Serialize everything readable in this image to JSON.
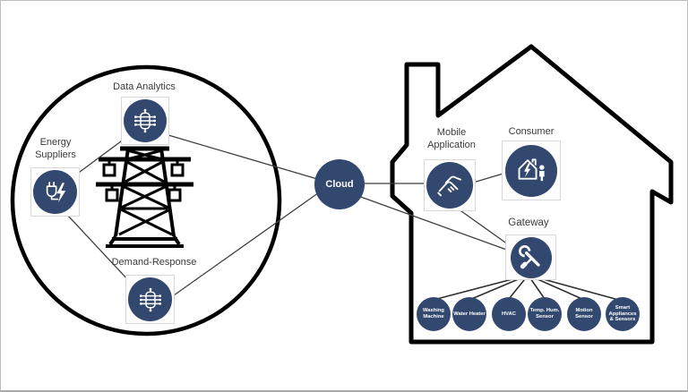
{
  "colors": {
    "node_fill": "#32486e",
    "outline": "#000000",
    "connector": "#3f3f3f",
    "frame_border": "#d8d8d8"
  },
  "supply_side": {
    "energy_suppliers": {
      "label": "Energy Suppliers",
      "icon": "plug-bolt-icon"
    },
    "data_analytics": {
      "label": "Data Analytics",
      "icon": "chip-icon"
    },
    "demand_response": {
      "label": "Demand-Response",
      "icon": "chip-icon"
    },
    "grid_icon": "transmission-tower-icon"
  },
  "cloud": {
    "label": "Cloud"
  },
  "home_side": {
    "mobile_application": {
      "label": "Mobile Application",
      "icon": "handshake-icon"
    },
    "consumer": {
      "label": "Consumer",
      "icon": "smart-home-person-icon"
    },
    "gateway": {
      "label": "Gateway",
      "icon": "tools-icon"
    },
    "devices": [
      {
        "label": "Washing Machine"
      },
      {
        "label": "Water Heater"
      },
      {
        "label": "HVAC"
      },
      {
        "label": "Temp. Hum. Sensor"
      },
      {
        "label": "Motion Sensor"
      },
      {
        "label": "Smart Appliances & Sensors"
      }
    ]
  }
}
